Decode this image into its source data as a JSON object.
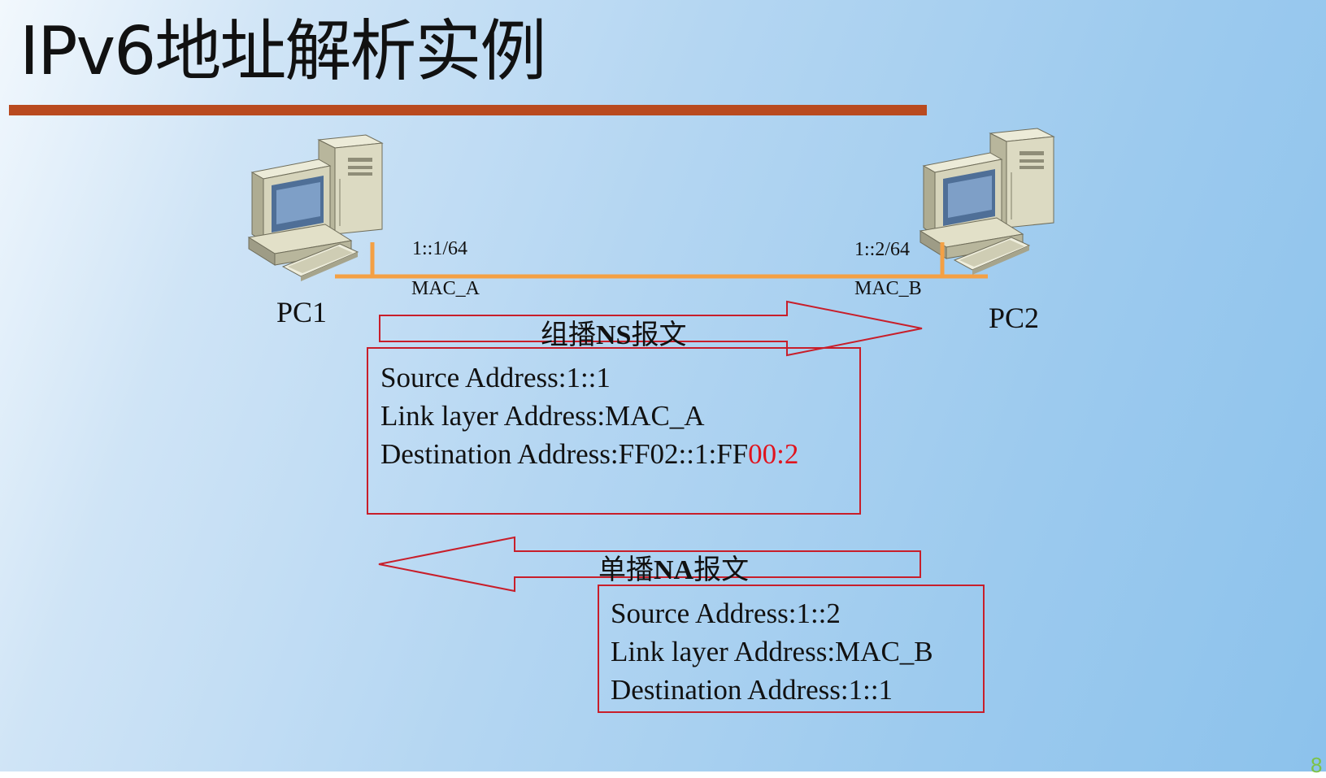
{
  "slide": {
    "title": "IPv6地址解析实例",
    "page_number": "8"
  },
  "hosts": {
    "pc1": {
      "name": "PC1",
      "ip": "1::1/64",
      "mac": "MAC_A"
    },
    "pc2": {
      "name": "PC2",
      "ip": "1::2/64",
      "mac": "MAC_B"
    }
  },
  "ns_message": {
    "label_pre": "组播",
    "label_bold": "NS",
    "label_post": "报文",
    "source": "Source Address:1::1",
    "link_layer": "Link layer Address:MAC_A",
    "destination_prefix": "Destination Address:FF02::1:FF",
    "destination_highlight": "00:2"
  },
  "na_message": {
    "label_pre": "单播",
    "label_bold": "NA",
    "label_post": "报文",
    "source": "Source Address:1::2",
    "link_layer": "Link layer Address:MAC_B",
    "destination": "Destination Address:1::1"
  },
  "colors": {
    "link": "#f4a044",
    "title_bar": "#b94a1f",
    "frame": "#c81e2a",
    "highlight": "#e0141e",
    "page_number": "#7cc247"
  },
  "icons": [
    "computer-icon",
    "computer-icon"
  ]
}
